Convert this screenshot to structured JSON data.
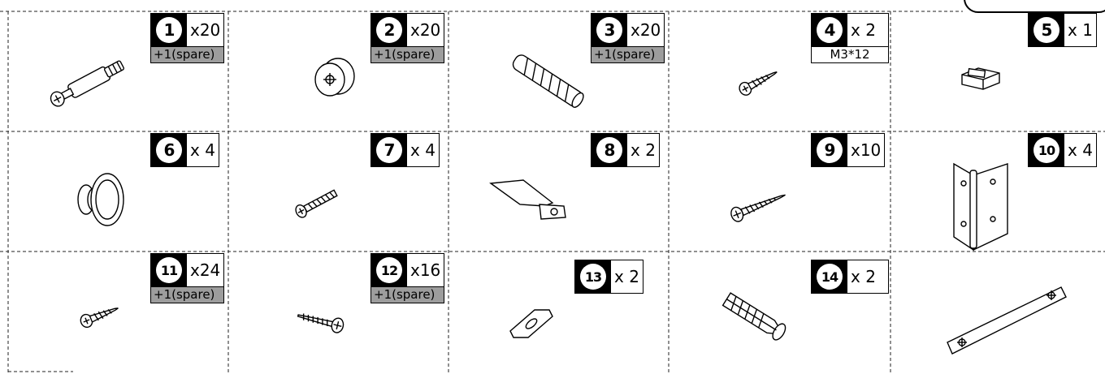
{
  "parts": [
    {
      "number": "1",
      "qty": "x20",
      "note": "+1(spare)"
    },
    {
      "number": "2",
      "qty": "x20",
      "note": "+1(spare)"
    },
    {
      "number": "3",
      "qty": "x20",
      "note": "+1(spare)"
    },
    {
      "number": "4",
      "qty": "x 2",
      "spec": "M3*12"
    },
    {
      "number": "5",
      "qty": "x 1"
    },
    {
      "number": "6",
      "qty": "x 4"
    },
    {
      "number": "7",
      "qty": "x 4"
    },
    {
      "number": "8",
      "qty": "x 2"
    },
    {
      "number": "9",
      "qty": "x10"
    },
    {
      "number": "10",
      "qty": "x 4"
    },
    {
      "number": "11",
      "qty": "x24",
      "note": "+1(spare)"
    },
    {
      "number": "12",
      "qty": "x16",
      "note": "+1(spare)"
    },
    {
      "number": "13",
      "qty": "x 2"
    },
    {
      "number": "14",
      "qty": "x 2"
    }
  ]
}
